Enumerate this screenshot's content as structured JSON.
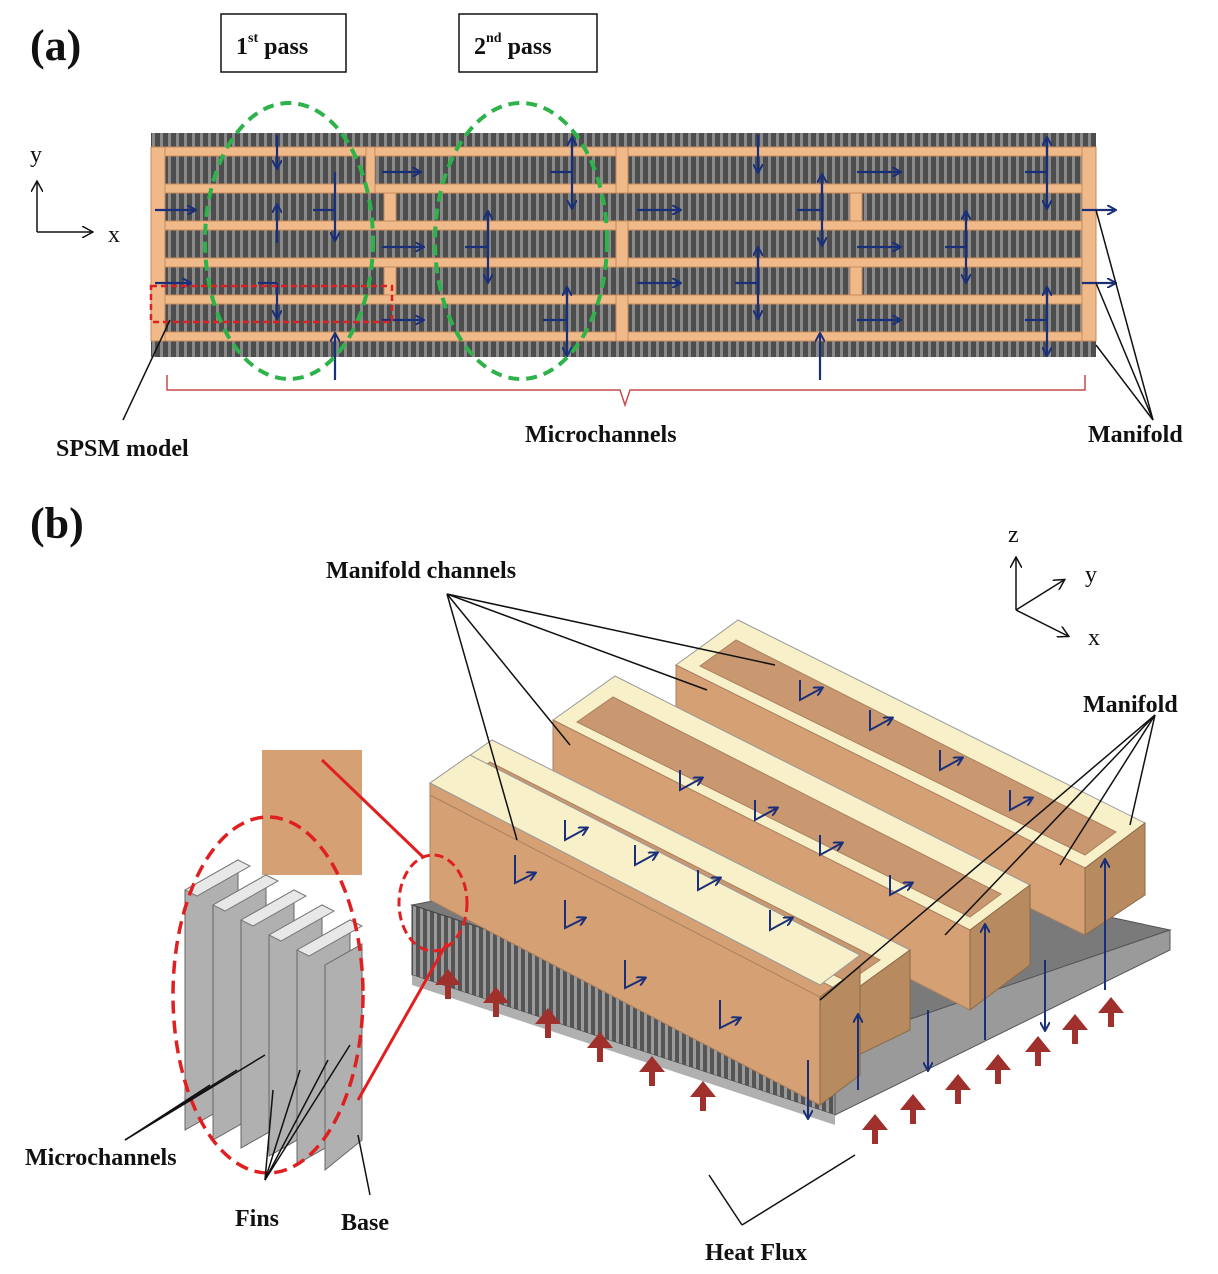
{
  "panel_a": {
    "label": "(a)",
    "pass1": {
      "main": "1",
      "sup": "st",
      "rest": " pass"
    },
    "pass2": {
      "main": "2",
      "sup": "nd",
      "rest": " pass"
    },
    "axes": {
      "y": "y",
      "x": "x"
    },
    "labels": {
      "spsm": "SPSM model",
      "microchannels": "Microchannels",
      "manifold": "Manifold"
    }
  },
  "panel_b": {
    "label": "(b)",
    "axes": {
      "z": "z",
      "y": "y",
      "x": "x"
    },
    "labels": {
      "manifold_channels": "Manifold channels",
      "manifold": "Manifold",
      "microchannels": "Microchannels",
      "fins": "Fins",
      "base": "Base",
      "heat_flux": "Heat Flux"
    }
  },
  "colors": {
    "manifold": "#f0b98a",
    "manifold_side": "#d4a074",
    "manifold_top": "#f8f0c8",
    "microchannel": "#5a5a5a",
    "flow_arrow": "#1a2f7a",
    "heat_arrow": "#a0302c",
    "pass_ellipse": "#2db34a",
    "highlight": "#e02020"
  }
}
